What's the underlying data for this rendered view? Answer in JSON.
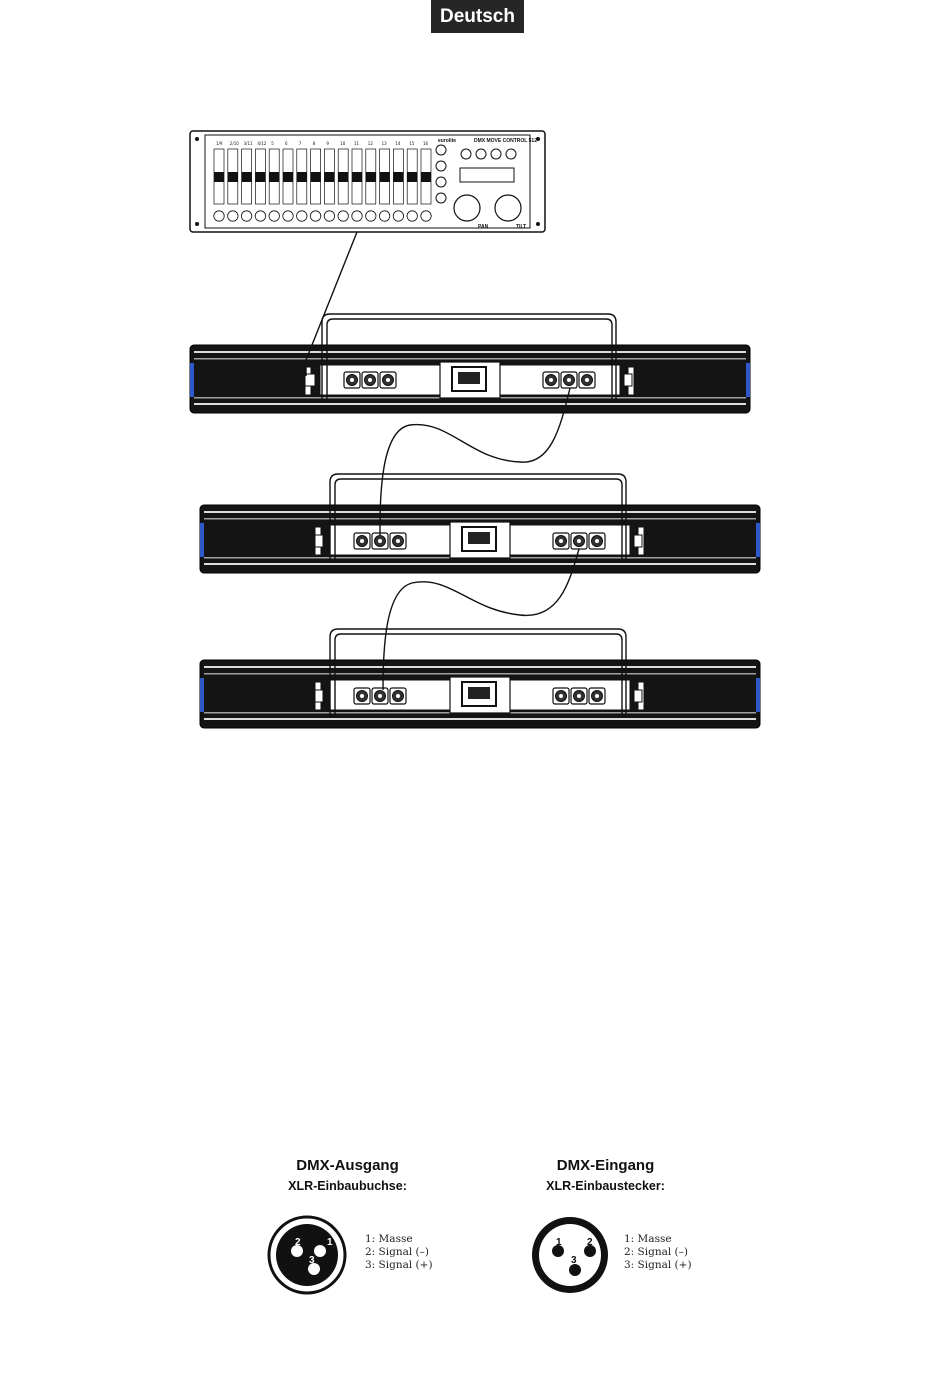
{
  "header": {
    "language_badge": "Deutsch"
  },
  "controller": {
    "brand": "eurolite",
    "model": "DMX MOVE CONTROL 512",
    "pan_label": "PAN",
    "tilt_label": "TILT",
    "fader_channels": [
      "1/9",
      "2/10",
      "3/11",
      "4/12",
      "5",
      "6",
      "7",
      "8",
      "9",
      "10",
      "11",
      "12",
      "13",
      "14",
      "15",
      "16"
    ]
  },
  "fixtures": [
    {
      "id": "bar-1"
    },
    {
      "id": "bar-2"
    },
    {
      "id": "bar-3"
    }
  ],
  "pinouts": {
    "output": {
      "title": "DMX-Ausgang",
      "subtitle": "XLR-Einbaubuchse:",
      "pins": [
        "2",
        "1",
        "3"
      ],
      "legend": [
        "1: Masse",
        "2: Signal (–)",
        "3: Signal (+)"
      ]
    },
    "input": {
      "title": "DMX-Eingang",
      "subtitle": "XLR-Einbaustecker:",
      "pins": [
        "1",
        "2",
        "3"
      ],
      "legend": [
        "1: Masse",
        "2: Signal (–)",
        "3: Signal (+)"
      ]
    }
  },
  "colors": {
    "badge_bg": "#262626",
    "line": "#111111",
    "fixture_body": "#1a1a1a",
    "end_cap_accent": "#2c58c9"
  }
}
